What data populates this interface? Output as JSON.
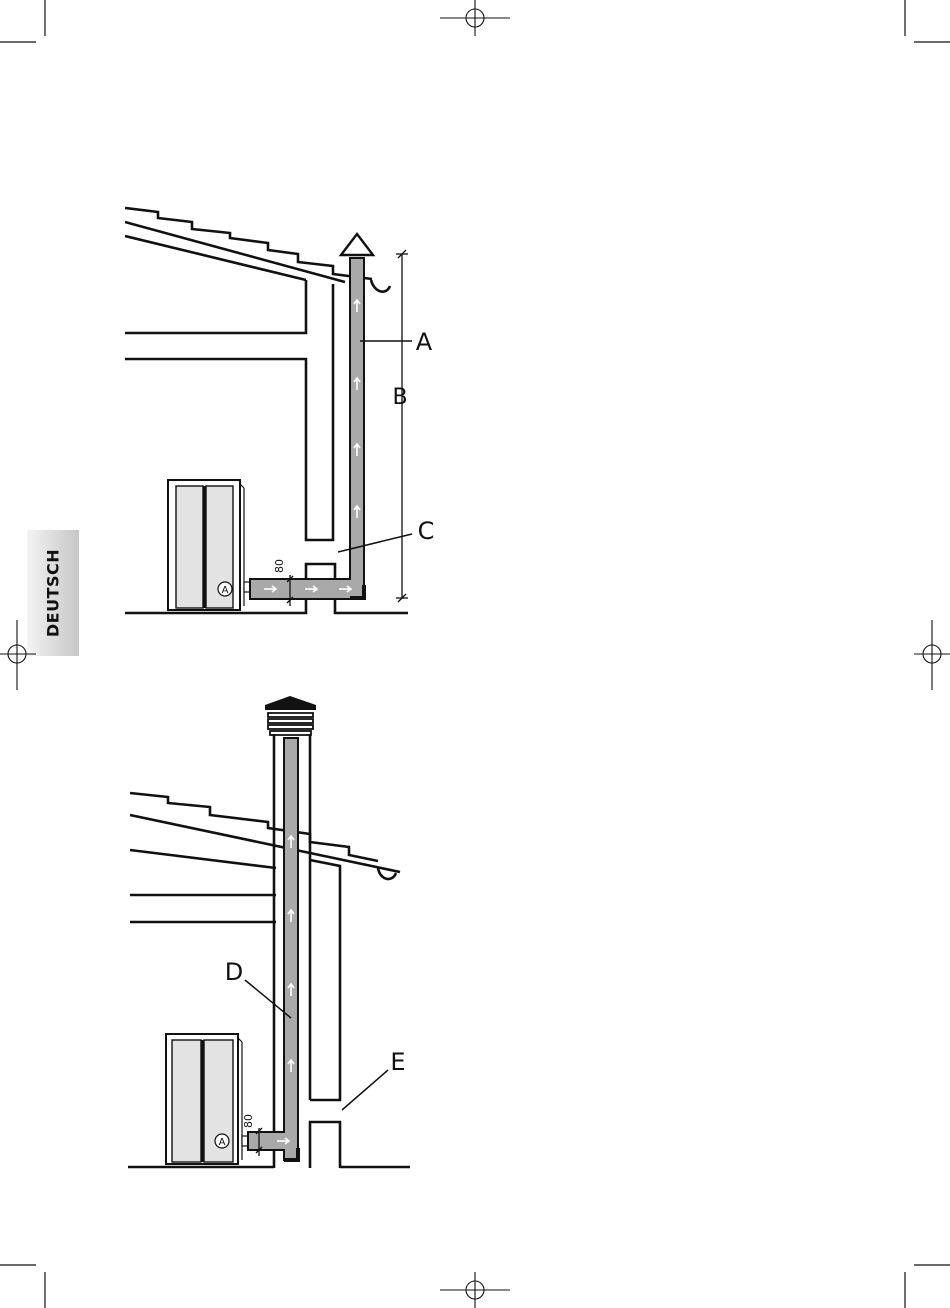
{
  "side_tab": {
    "label": "DEUTSCH"
  },
  "figure_top": {
    "labels": {
      "a": "A",
      "b": "B",
      "c": "C"
    },
    "stove_badge": "A",
    "dimension": "80"
  },
  "figure_bottom": {
    "labels": {
      "d": "D",
      "e": "E"
    },
    "stove_badge": "A",
    "dimension": "80"
  },
  "colors": {
    "pipe": "#a9a9a9",
    "line": "#111111",
    "tab": "#c6c6c6"
  }
}
